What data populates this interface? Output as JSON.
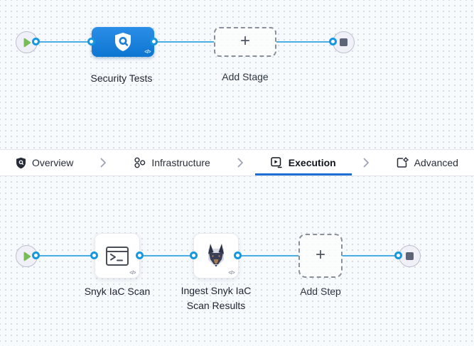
{
  "stage_flow": {
    "stage_label": "Security Tests",
    "add_stage_label": "Add Stage",
    "plus": "+",
    "code_badge": "</>"
  },
  "tab_bar": {
    "tabs": [
      {
        "label": "Overview",
        "icon": "shield-icon",
        "active": false
      },
      {
        "label": "Infrastructure",
        "icon": "infrastructure-icon",
        "active": false
      },
      {
        "label": "Execution",
        "icon": "execution-icon",
        "active": true
      },
      {
        "label": "Advanced",
        "icon": "advanced-icon",
        "active": false
      }
    ]
  },
  "step_flow": {
    "steps": [
      {
        "label": "Snyk IaC Scan",
        "icon": "terminal-icon"
      },
      {
        "label": "Ingest Snyk IaC Scan Results",
        "icon": "snyk-dog-icon"
      }
    ],
    "add_step_label": "Add Step",
    "plus": "+",
    "code_badge": "</>"
  },
  "colors": {
    "line_blue": "#4aade4",
    "connector_blue": "#1697e2",
    "stage_blue_top": "#2b8ee7",
    "stage_blue_bottom": "#0c76d1",
    "active_tab_underline": "#1d6fd3",
    "play_green": "#78bc58",
    "stop_gray": "#5d6478"
  }
}
